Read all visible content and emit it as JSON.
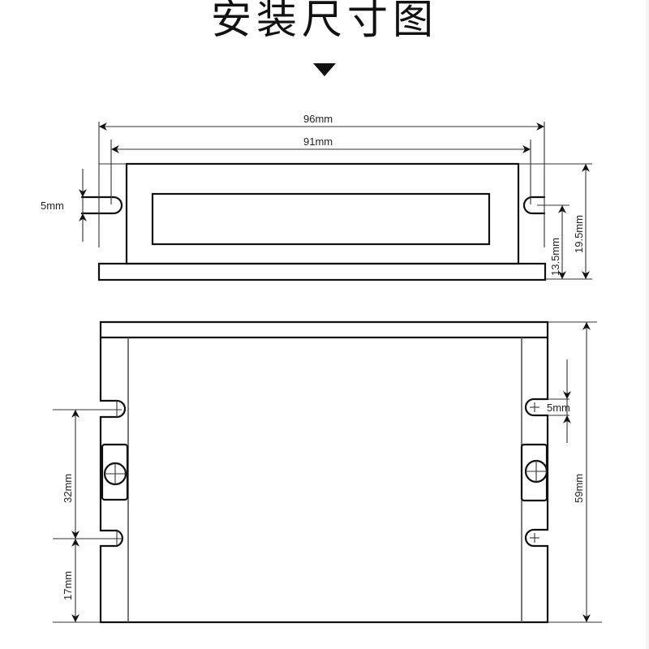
{
  "title": "安装尺寸图",
  "indicator_icon": "down-triangle",
  "top_view": {
    "dimensions": {
      "overall_width": "96mm",
      "hole_spacing": "91mm",
      "slot_width": "5mm",
      "hole_height": "13.5mm",
      "total_height": "19.5mm"
    }
  },
  "front_view": {
    "dimensions": {
      "slot_width": "5mm",
      "hole_spacing": "32mm",
      "bottom_hole_offset": "17mm",
      "total_length": "59mm"
    }
  },
  "colors": {
    "line": "#111111",
    "background": "#ffffff",
    "text": "#222222"
  }
}
